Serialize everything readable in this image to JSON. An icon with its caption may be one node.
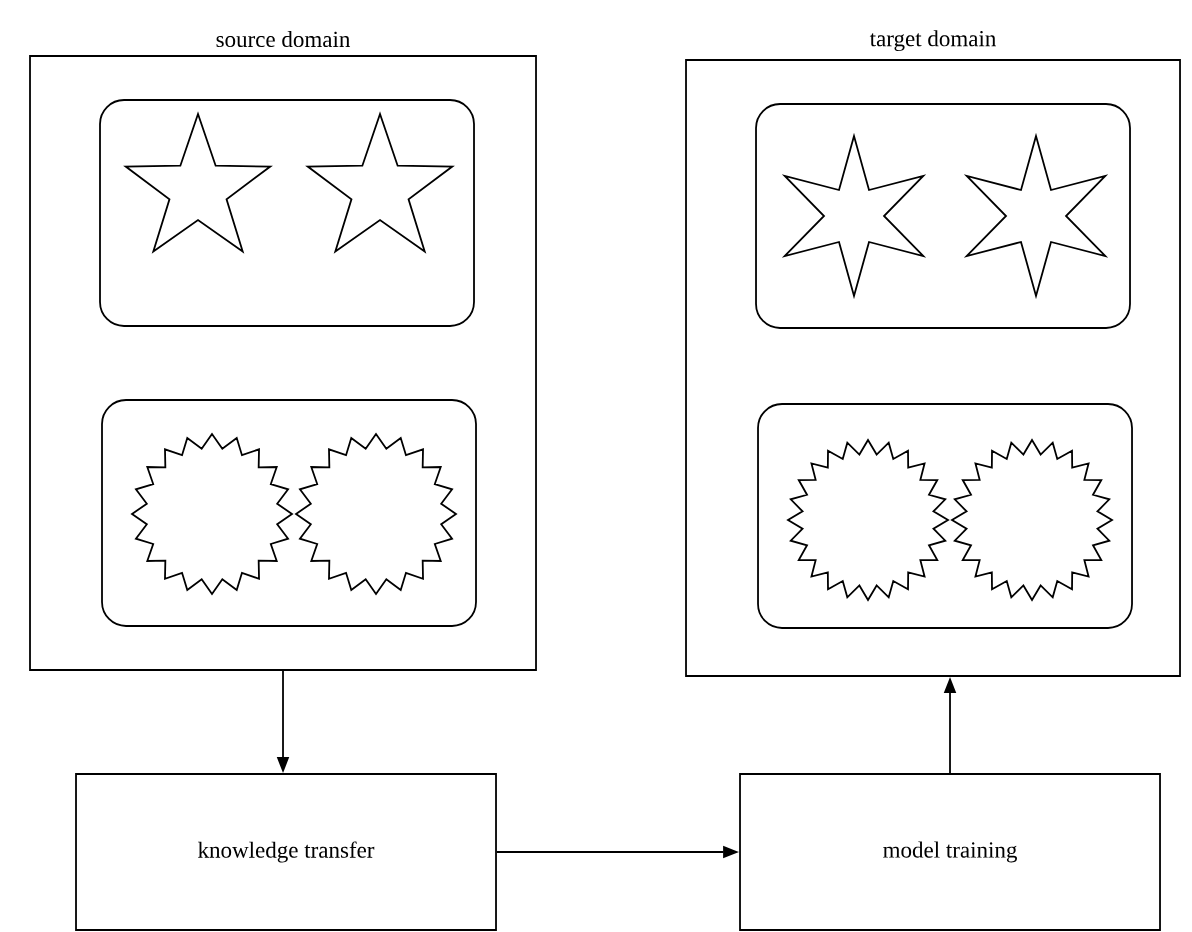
{
  "diagram": {
    "nodes": [
      {
        "text": [
          "source domain"
        ]
      },
      {
        "text": [],
        "shape": "box",
        "in": 0
      },
      {
        "text": [],
        "shape": "box",
        "in": 0
      },
      {
        "text": [
          "target domain"
        ]
      },
      {
        "text": [],
        "shape": "box",
        "in": 3
      },
      {
        "text": [],
        "shape": "box",
        "in": 3
      },
      {
        "text": [
          "knowledge transfer"
        ]
      },
      {
        "text": [
          "model training"
        ]
      }
    ],
    "edges": [
      {
        "from": 0,
        "to": 6,
        "arrow": "to"
      },
      {
        "from": 6,
        "to": 7,
        "arrow": "to"
      },
      {
        "from": 7,
        "to": 3,
        "arrow": "to"
      }
    ]
  }
}
